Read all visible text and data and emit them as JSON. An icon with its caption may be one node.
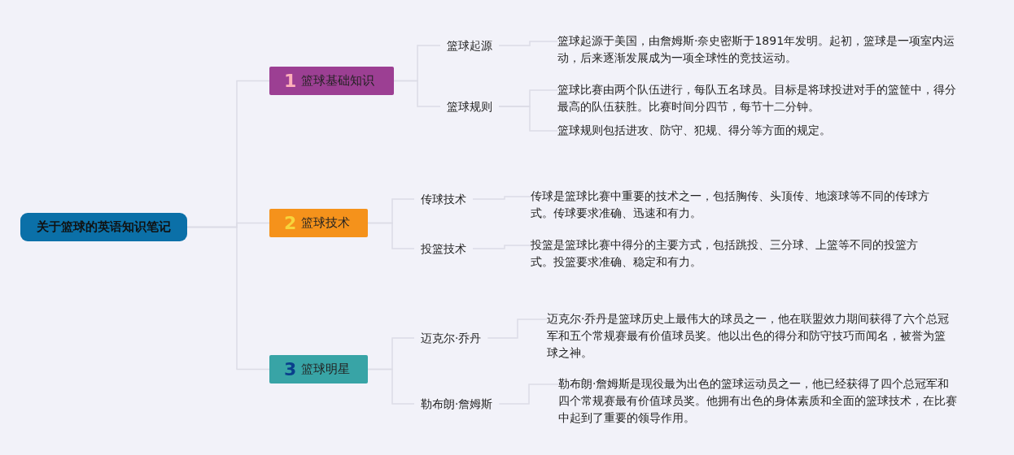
{
  "diagram": {
    "nodes": [
      {
        "text": [
          "关于篮球的英语知识笔记"
        ]
      },
      {
        "text": [
          "1",
          "篮球基础知识"
        ]
      },
      {
        "text": [
          "篮球起源"
        ]
      },
      {
        "text": [
          "篮球起源于美国，由詹姆斯·奈史密斯于1891年发明。起初，篮球是一项室内运动，后来逐渐发展成为一项全球性的竞技运动。"
        ]
      },
      {
        "text": [
          "篮球规则"
        ]
      },
      {
        "text": [
          "篮球比赛由两个队伍进行，每队五名球员。目标是将球投进对手的篮筐中，得分最高的队伍获胜。比赛时间分四节，每节十二分钟。"
        ]
      },
      {
        "text": [
          "篮球规则包括进攻、防守、犯规、得分等方面的规定。"
        ]
      },
      {
        "text": [
          "2",
          "篮球技术"
        ]
      },
      {
        "text": [
          "传球技术"
        ]
      },
      {
        "text": [
          "传球是篮球比赛中重要的技术之一，包括胸传、头顶传、地滚球等不同的传球方式。传球要求准确、迅速和有力。"
        ]
      },
      {
        "text": [
          "投篮技术"
        ]
      },
      {
        "text": [
          "投篮是篮球比赛中得分的主要方式，包括跳投、三分球、上篮等不同的投篮方式。投篮要求准确、稳定和有力。"
        ]
      },
      {
        "text": [
          "3",
          "篮球明星"
        ]
      },
      {
        "text": [
          "迈克尔·乔丹"
        ]
      },
      {
        "text": [
          "迈克尔·乔丹是篮球历史上最伟大的球员之一，他在联盟效力期间获得了六个总冠军和五个常规赛最有价值球员奖。他以出色的得分和防守技巧而闻名，被誉为篮球之神。"
        ]
      },
      {
        "text": [
          "勒布朗·詹姆斯"
        ]
      },
      {
        "text": [
          "勒布朗·詹姆斯是现役最为出色的篮球运动员之一，他已经获得了四个总冠军和四个常规赛最有价值球员奖。他拥有出色的身体素质和全面的篮球技术，在比赛中起到了重要的领导作用。"
        ]
      }
    ],
    "edges": [
      {
        "from": 0,
        "to": 1,
        "arrow": "none"
      },
      {
        "from": 0,
        "to": 7,
        "arrow": "none"
      },
      {
        "from": 0,
        "to": 12,
        "arrow": "none"
      },
      {
        "from": 1,
        "to": 2,
        "arrow": "none"
      },
      {
        "from": 1,
        "to": 4,
        "arrow": "none"
      },
      {
        "from": 2,
        "to": 3,
        "arrow": "none"
      },
      {
        "from": 4,
        "to": 5,
        "arrow": "none"
      },
      {
        "from": 4,
        "to": 6,
        "arrow": "none"
      },
      {
        "from": 7,
        "to": 8,
        "arrow": "none"
      },
      {
        "from": 7,
        "to": 10,
        "arrow": "none"
      },
      {
        "from": 8,
        "to": 9,
        "arrow": "none"
      },
      {
        "from": 10,
        "to": 11,
        "arrow": "none"
      },
      {
        "from": 12,
        "to": 13,
        "arrow": "none"
      },
      {
        "from": 12,
        "to": 15,
        "arrow": "none"
      },
      {
        "from": 13,
        "to": 14,
        "arrow": "none"
      },
      {
        "from": 15,
        "to": 16,
        "arrow": "none"
      }
    ]
  }
}
